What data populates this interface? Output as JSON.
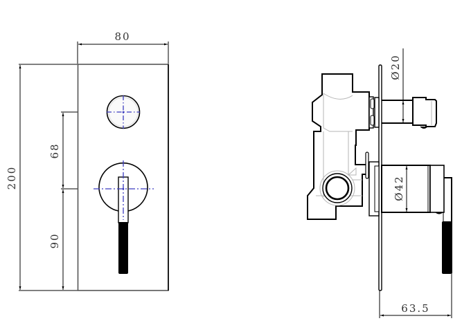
{
  "diagram": {
    "type": "technical-drawing",
    "subject": "wall-mounted shower mixer with diverter, front and side elevation",
    "units": "mm",
    "colors": {
      "outline": "#000000",
      "hidden_lines": "#b5b5b5",
      "centerlines": "#3b3bbf",
      "dimension_text": "#333333"
    },
    "front_view": {
      "dimensions": {
        "width": "80",
        "height": "200",
        "diverter_to_mixer": "68",
        "mixer_to_bottom": "90"
      },
      "components": [
        "cover-plate",
        "diverter-knob",
        "mixer-escutcheon",
        "lever-handle"
      ]
    },
    "side_view": {
      "dimensions": {
        "diverter_diameter": "Ø20",
        "mixer_diameter": "Ø42",
        "projection": "63.5"
      },
      "components": [
        "valve-body",
        "cover-plate-edge",
        "diverter-spindle",
        "mixer-body",
        "lever-handle",
        "inlet-port"
      ]
    }
  }
}
